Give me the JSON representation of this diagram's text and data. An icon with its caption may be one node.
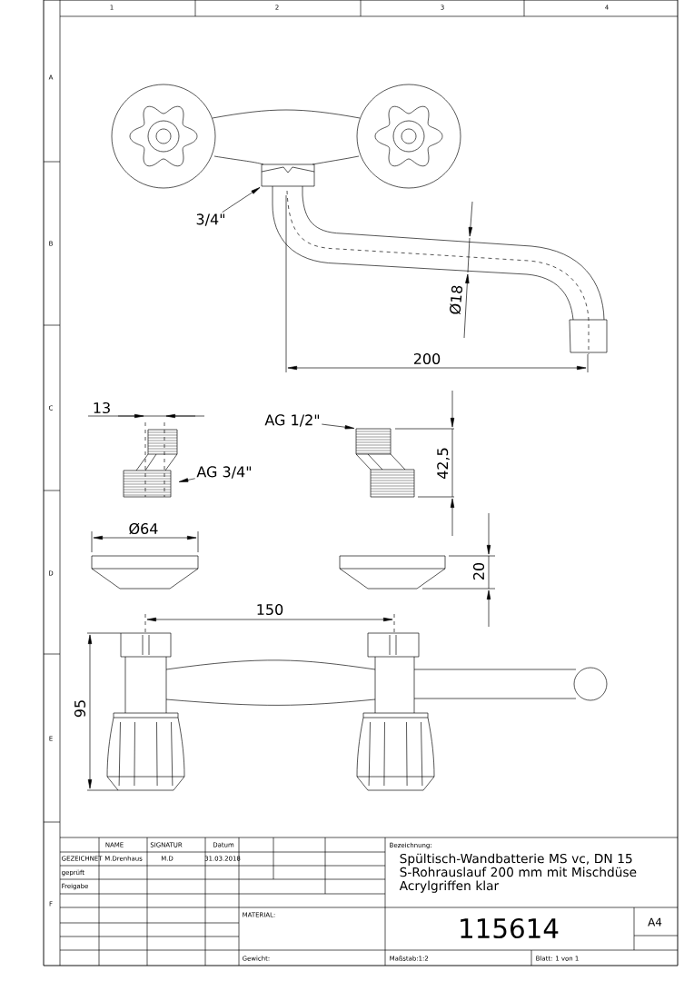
{
  "diagram": {
    "nodes": [
      {
        "text": [
          "3/4\""
        ]
      },
      {
        "text": [
          "AG 1/2\""
        ]
      },
      {
        "text": [
          "AG 3/4\""
        ]
      },
      {
        "text": [],
        "shape": "picture"
      },
      {
        "text": [],
        "shape": "picture"
      },
      {
        "text": [],
        "shape": "picture"
      }
    ],
    "edges": [
      {
        "from": 0,
        "to": 3,
        "arrow": "to"
      },
      {
        "from": 1,
        "to": 5,
        "arrow": "to"
      },
      {
        "from": 2,
        "to": 4,
        "arrow": "to"
      }
    ],
    "labels": [
      "1",
      "2",
      "3",
      "4",
      "A",
      "B",
      "C",
      "D",
      "E",
      "F",
      "Ø18",
      "200",
      "13",
      "42,5",
      "Ø64",
      "20",
      "150",
      "95",
      "NAME",
      "SIGNATUR",
      "Datum",
      "Bezeichnung:",
      "GEZEICHNET",
      "M.Drenhaus",
      "M.D",
      "31.03.2018",
      "Spültisch-Wandbatterie MS vc, DN 15 S-Rohrauslauf 200 mm mit Mischdüse Acrylgriffen klar",
      "geprüft",
      "Freigabe",
      "MATERIAL:",
      "115614",
      "A4",
      "Gewicht:",
      "Maßstab:1:2",
      "Blatt: 1 von 1"
    ]
  }
}
